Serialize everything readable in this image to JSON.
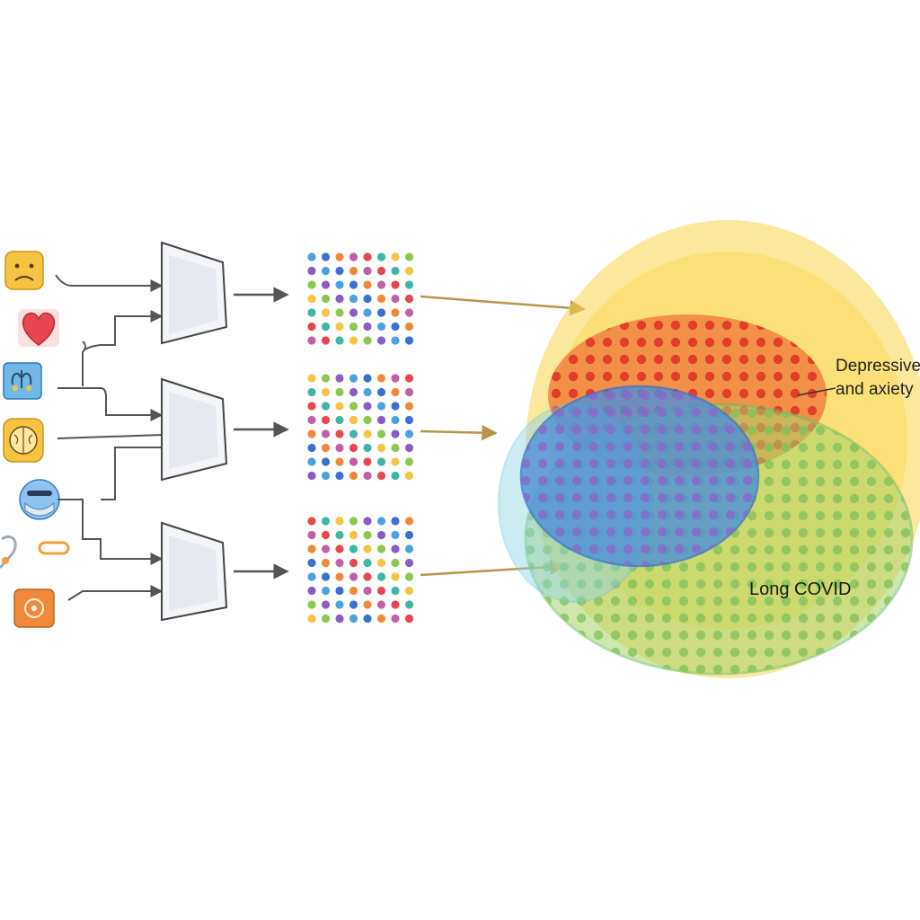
{
  "labels": {
    "depressive_line1": "Depressive",
    "depressive_line2": "and axiety",
    "long_covid": "Long COVID"
  },
  "input_icons": [
    {
      "name": "sad-face-icon",
      "color": "#f6c343"
    },
    {
      "name": "heart-icon",
      "color": "#e8474f"
    },
    {
      "name": "lungs-icon",
      "color": "#4aa3df"
    },
    {
      "name": "brain-icon",
      "color": "#f6c343"
    },
    {
      "name": "masked-face-icon",
      "color": "#5aa9e6"
    },
    {
      "name": "safety-pin-icon",
      "color": "#f0a23a"
    },
    {
      "name": "virus-icon",
      "color": "#f08a3a"
    }
  ],
  "dot_palette": [
    "#e8474f",
    "#f08a3a",
    "#f6c343",
    "#8cc84b",
    "#3fb6a8",
    "#4aa3df",
    "#3c6fd6",
    "#8a5cc7",
    "#c15fa8"
  ],
  "regions": {
    "outer_color": "#f9d64a",
    "depressive_color": "#f0763a",
    "depressive_dot_color": "#e03a28",
    "covid_color": "#a8d46a",
    "covid_dot_color": "#7fc05a",
    "blue_color": "#4a8fde",
    "blue_dot_color": "#8a68c8",
    "arrow_color": "#b8954a"
  }
}
